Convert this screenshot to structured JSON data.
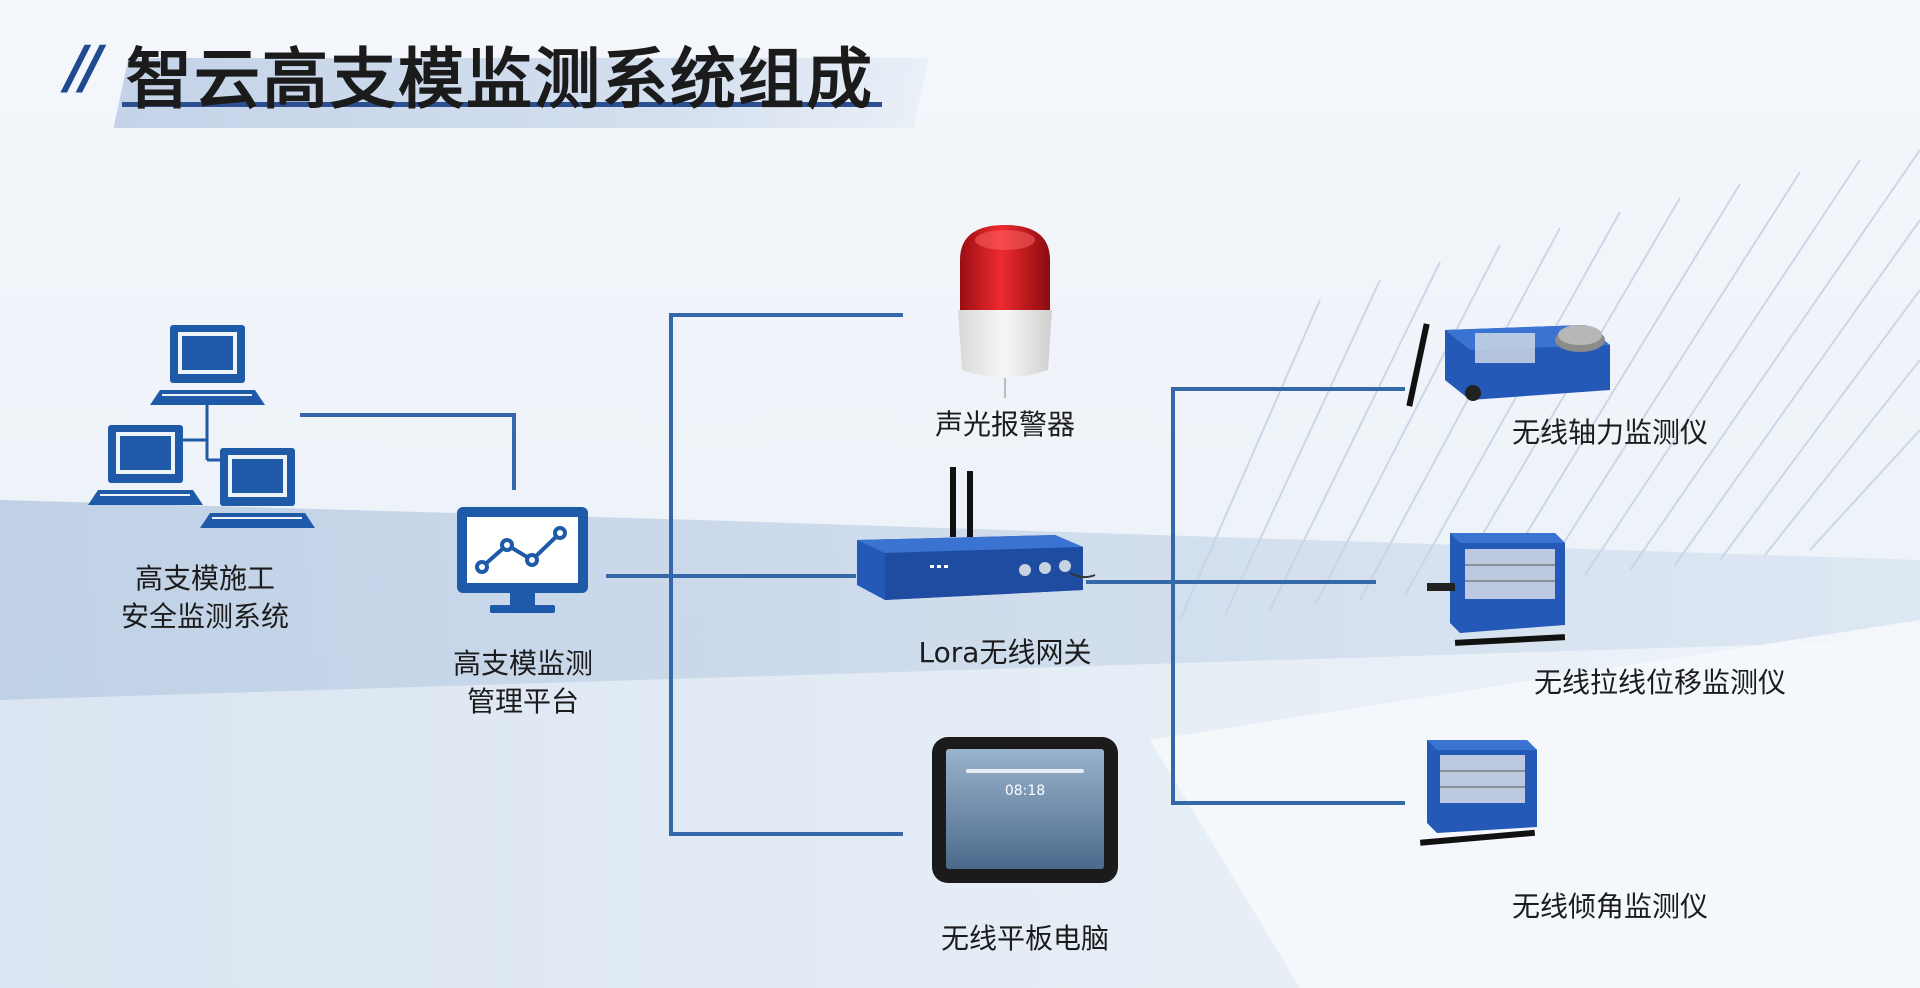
{
  "title": "智云高支模监测系统组成",
  "colors": {
    "accent": "#1f4a8f",
    "connector": "#3468a8",
    "device_blue": "#2459b8"
  },
  "nodes": {
    "safety_system": {
      "line1": "高支模施工",
      "line2": "安全监测系统",
      "icon": "computer-network-icon"
    },
    "platform": {
      "line1": "高支模监测",
      "line2": "管理平台",
      "icon": "monitor-chart-icon"
    },
    "alarm": {
      "label": "声光报警器",
      "icon": "alarm-light-icon"
    },
    "gateway": {
      "label": "Lora无线网关",
      "icon": "gateway-device-icon"
    },
    "tablet": {
      "label": "无线平板电脑",
      "screen_time": "08:18",
      "icon": "tablet-icon"
    },
    "axial_force": {
      "label": "无线轴力监测仪",
      "icon": "axial-force-sensor-icon"
    },
    "displacement": {
      "label": "无线拉线位移监测仪",
      "icon": "displacement-sensor-icon"
    },
    "tilt": {
      "label": "无线倾角监测仪",
      "icon": "tilt-sensor-icon"
    }
  }
}
